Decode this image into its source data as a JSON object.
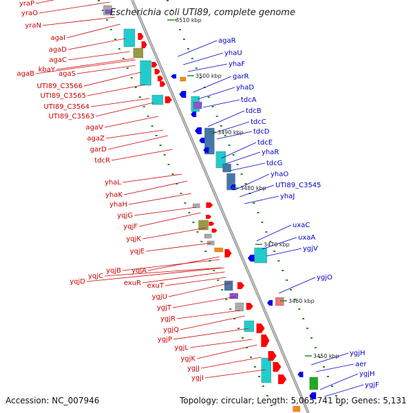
{
  "title": "Escherichia coli UTI89, complete genome",
  "accession": "Accession: NC_007946",
  "summary": "Topology: circular; Length: 5,065,741 bp; Genes: 5,131",
  "colors": {
    "reverse_strand": "#ff0000",
    "forward_strand": "#0000ee",
    "backbone": "#888888",
    "ticks": "#228822",
    "cyan": "#22cccc",
    "steel": "#4477aa",
    "gray": "#aaaaaa",
    "olive": "#999944",
    "orange": "#ff8800",
    "purple": "#8855cc",
    "pink": "#ee7777",
    "green": "#22aa22"
  },
  "kbp_labels": [
    "3510 kbp",
    "3500 kbp",
    "3490 kbp",
    "3480 kbp",
    "3470 kbp",
    "3460 kbp",
    "3450 kbp"
  ],
  "left_genes": [
    "yraP",
    "yraO",
    "yraN",
    "agaI",
    "agaD",
    "agaC",
    "agaB",
    "kbaY",
    "agaS",
    "UTI89_C3566",
    "UTI89_C3565",
    "UTI89_C3564",
    "UTI89_C3563",
    "agaV",
    "agaZ",
    "garD",
    "tdcR",
    "yhaL",
    "yhaK",
    "yhaH",
    "yqjG",
    "yqjF",
    "yqjK",
    "yqjE",
    "yqjA",
    "yqjB",
    "yqjC",
    "yqjD",
    "exuR",
    "exuT",
    "ygjU",
    "ygjT",
    "ygjR",
    "ygjQ",
    "ygjP",
    "ygjL",
    "ygjK",
    "ygjJ",
    "ygjI"
  ],
  "right_genes": [
    "agaR",
    "yhaU",
    "yhaF",
    "garR",
    "yhaD",
    "tdcA",
    "tdcB",
    "tdcC",
    "tdcD",
    "tdcE",
    "yhaR",
    "tdcG",
    "yhaO",
    "UTI89_C3545",
    "yhaJ",
    "uxaC",
    "uxaA",
    "ygjV",
    "ygjO",
    "ygjH",
    "aer",
    "ygjH",
    "ygjF"
  ]
}
